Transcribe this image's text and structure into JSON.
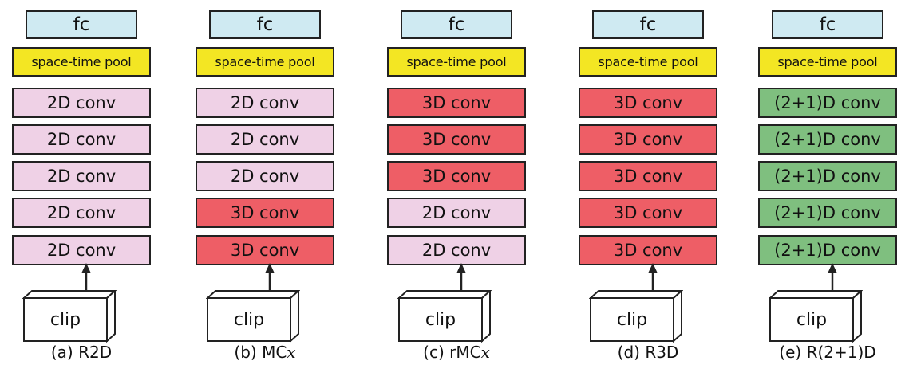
{
  "architectures": [
    {
      "top_label": "fc",
      "pool_label": "space-time pool",
      "layers": [
        "2D conv",
        "2D conv",
        "2D conv",
        "2D conv",
        "2D conv"
      ],
      "layer_kinds": [
        "2d",
        "2d",
        "2d",
        "2d",
        "2d"
      ],
      "input_label": "clip",
      "caption_prefix": "(a) R2D",
      "caption_var": ""
    },
    {
      "top_label": "fc",
      "pool_label": "space-time pool",
      "layers": [
        "2D conv",
        "2D conv",
        "2D conv",
        "3D conv",
        "3D conv"
      ],
      "layer_kinds": [
        "2d",
        "2d",
        "2d",
        "3d",
        "3d"
      ],
      "input_label": "clip",
      "caption_prefix": "(b) MC",
      "caption_var": "x"
    },
    {
      "top_label": "fc",
      "pool_label": "space-time pool",
      "layers": [
        "3D conv",
        "3D conv",
        "3D conv",
        "2D conv",
        "2D conv"
      ],
      "layer_kinds": [
        "3d",
        "3d",
        "3d",
        "2d",
        "2d"
      ],
      "input_label": "clip",
      "caption_prefix": "(c) rMC",
      "caption_var": "x"
    },
    {
      "top_label": "fc",
      "pool_label": "space-time pool",
      "layers": [
        "3D conv",
        "3D conv",
        "3D conv",
        "3D conv",
        "3D conv"
      ],
      "layer_kinds": [
        "3d",
        "3d",
        "3d",
        "3d",
        "3d"
      ],
      "input_label": "clip",
      "caption_prefix": "(d) R3D",
      "caption_var": ""
    },
    {
      "top_label": "fc",
      "pool_label": "space-time pool",
      "layers": [
        "(2+1)D conv",
        "(2+1)D conv",
        "(2+1)D conv",
        "(2+1)D conv",
        "(2+1)D conv"
      ],
      "layer_kinds": [
        "21d",
        "21d",
        "21d",
        "21d",
        "21d"
      ],
      "input_label": "clip",
      "caption_prefix": "(e) R(2+1)D",
      "caption_var": ""
    }
  ],
  "colors": {
    "fc": "#cfeaf2",
    "pool": "#f3e623",
    "conv_2d": "#efd1e6",
    "conv_3d": "#ee5e66",
    "conv_21d": "#7fbf7f",
    "stroke": "#222222"
  }
}
